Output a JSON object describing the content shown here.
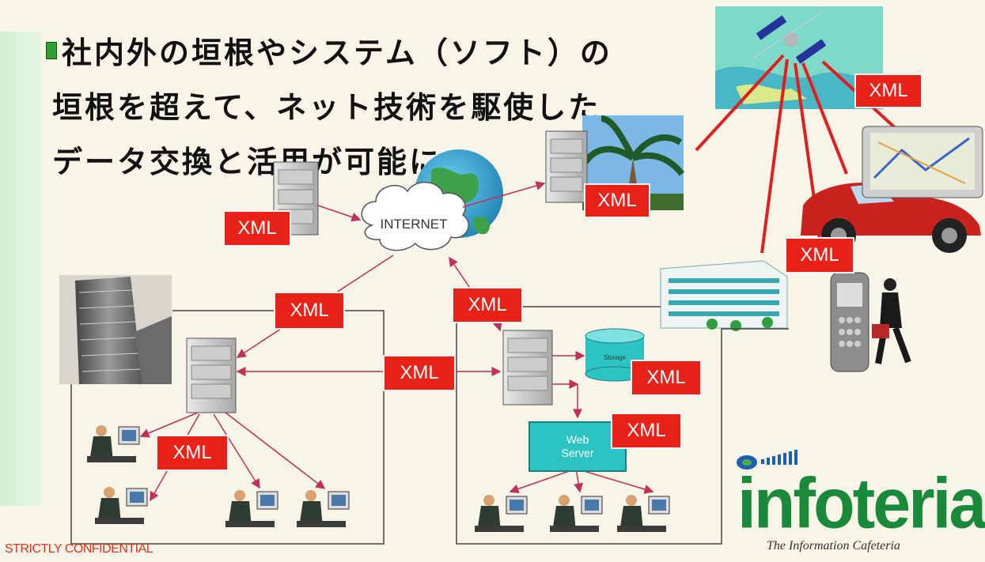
{
  "title": {
    "line1": "社内外の垣根やシステム（ソフト）の",
    "line2": "垣根を超えて、ネット技術を駆使した",
    "line3": "データ交換と活用が可能に"
  },
  "network": {
    "cloud_label": "INTERNET",
    "web_server_line1": "Web",
    "web_server_line2": "Server",
    "storage_label": "Storage"
  },
  "xml_tags": [
    "XML",
    "XML",
    "XML",
    "XML",
    "XML",
    "XML",
    "XML",
    "XML",
    "XML",
    "XML"
  ],
  "footer": {
    "confidential": "STRICTLY CONFIDENTIAL",
    "brand": "infoteria",
    "tagline": "The Information Cafeteria"
  },
  "colors": {
    "xml_tag": "#e82217",
    "brand": "#1a8a3a",
    "arrow": "#c0305a",
    "satellite_link": "#e02020",
    "web_server": "#2ec3c3"
  }
}
